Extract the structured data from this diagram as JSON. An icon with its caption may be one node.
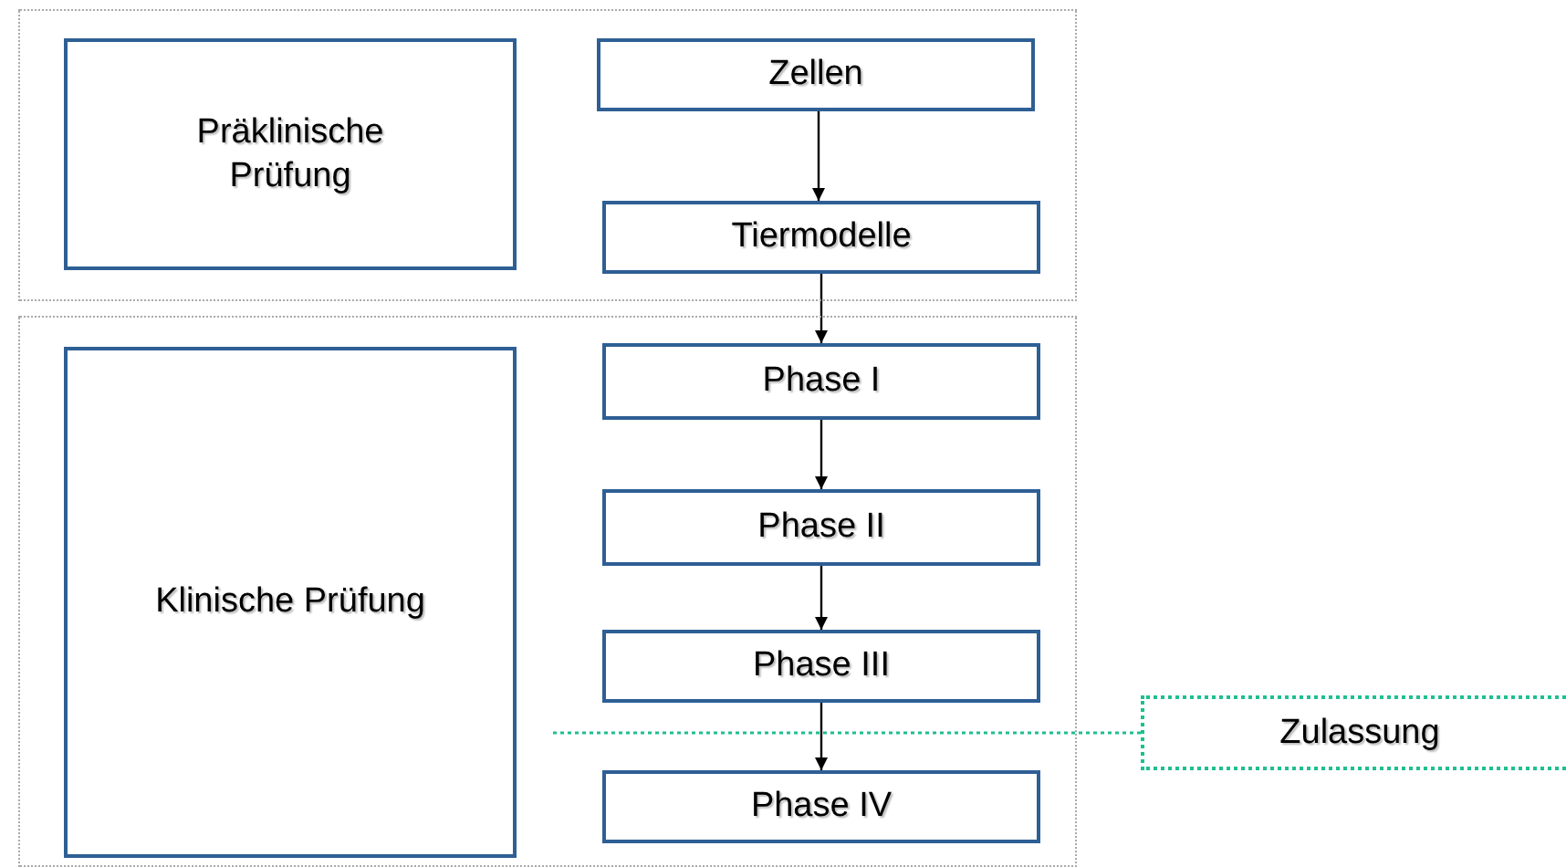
{
  "diagram": {
    "nodes": [
      {
        "text": [],
        "shape": "box"
      },
      {
        "text": [
          "Präklinische Prüfung"
        ],
        "in": 0
      },
      {
        "text": [
          "Zellen"
        ],
        "in": 0
      },
      {
        "text": [
          "Tiermodelle"
        ],
        "in": 0
      },
      {
        "text": [],
        "shape": "box"
      },
      {
        "text": [
          "Klinische Prüfung"
        ],
        "in": 4
      },
      {
        "text": [
          "Phase I"
        ],
        "in": 4
      },
      {
        "text": [
          "Phase II"
        ],
        "in": 4
      },
      {
        "text": [
          "Phase III"
        ],
        "in": 4
      },
      {
        "text": [
          "Phase IV"
        ],
        "in": 4
      },
      {
        "text": [
          "Zulassung"
        ]
      }
    ],
    "edges": [
      {
        "from": 2,
        "to": 3,
        "arrow": "to"
      },
      {
        "from": 3,
        "to": 6,
        "arrow": "to"
      },
      {
        "from": 6,
        "to": 7,
        "arrow": "to"
      },
      {
        "from": 7,
        "to": 8,
        "arrow": "to"
      },
      {
        "from": 8,
        "to": 9,
        "arrow": "to"
      },
      {
        "from": 10,
        "to": null,
        "arrow": "none",
        "style": "dashed",
        "color": "#1fbf8f"
      }
    ]
  }
}
